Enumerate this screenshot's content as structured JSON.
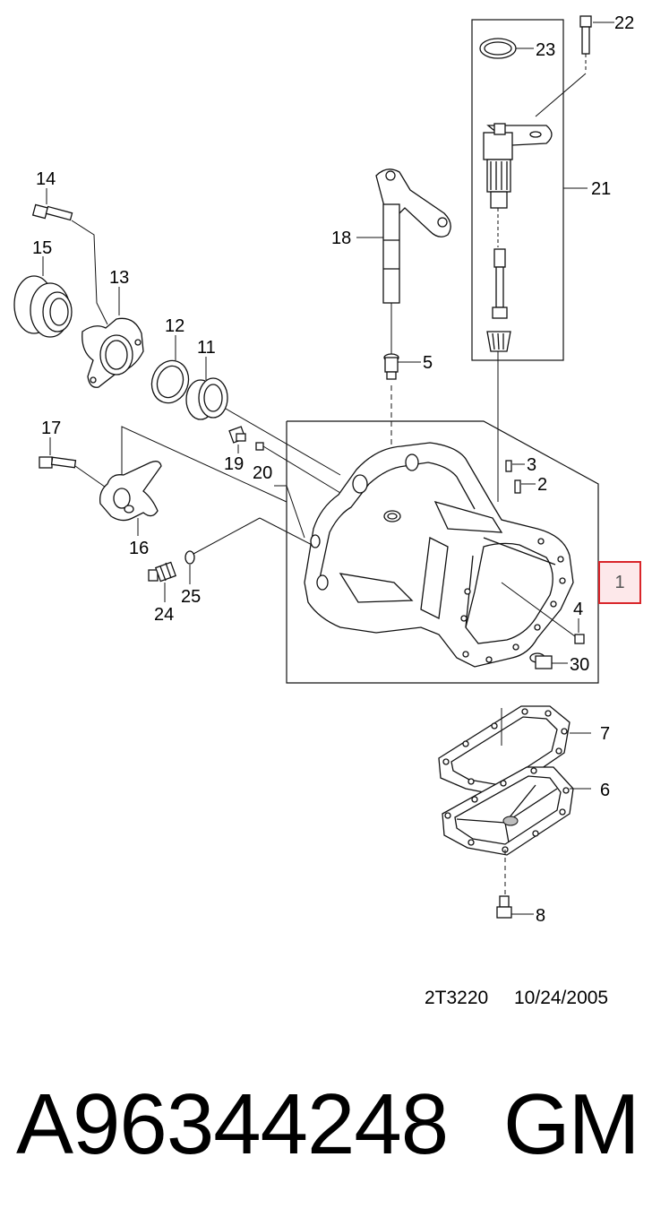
{
  "diagram": {
    "callouts": {
      "c1": "1",
      "c2": "2",
      "c3": "3",
      "c4": "4",
      "c5": "5",
      "c6": "6",
      "c7": "7",
      "c8": "8",
      "c11": "11",
      "c12": "12",
      "c13": "13",
      "c14": "14",
      "c15": "15",
      "c16": "16",
      "c17": "17",
      "c18": "18",
      "c19": "19",
      "c20": "20",
      "c21": "21",
      "c22": "22",
      "c23": "23",
      "c24": "24",
      "c25": "25",
      "c30": "30"
    },
    "highlighted_callout": "1",
    "highlight_color": "#d9252a"
  },
  "footer": {
    "ref_code": "2T3220",
    "date": "10/24/2005",
    "part_number": "A96344248",
    "brand": "GM"
  }
}
